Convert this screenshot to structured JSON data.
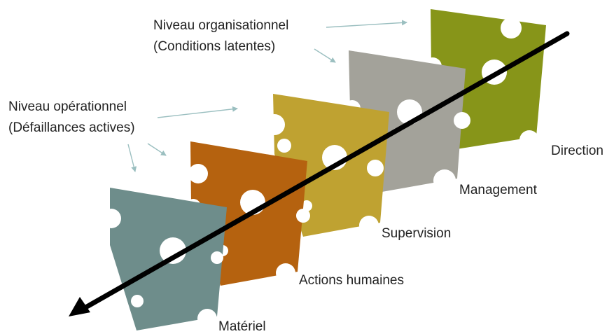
{
  "diagram": {
    "annotations": {
      "organisational": {
        "line1": "Niveau organisationnel",
        "line2": "(Conditions latentes)"
      },
      "operational": {
        "line1": "Niveau opérationnel",
        "line2": "(Défaillances actives)"
      }
    },
    "slices": [
      {
        "id": "materiel",
        "label": "Matériel",
        "color": "#6E8D8B"
      },
      {
        "id": "actions",
        "label": "Actions humaines",
        "color": "#B5620F"
      },
      {
        "id": "supervision",
        "label": "Supervision",
        "color": "#BFA231"
      },
      {
        "id": "management",
        "label": "Management",
        "color": "#A3A29A"
      },
      {
        "id": "direction",
        "label": "Direction",
        "color": "#879519"
      }
    ],
    "arrow_color": "#000000",
    "pointer_color": "#9BBFC0"
  }
}
